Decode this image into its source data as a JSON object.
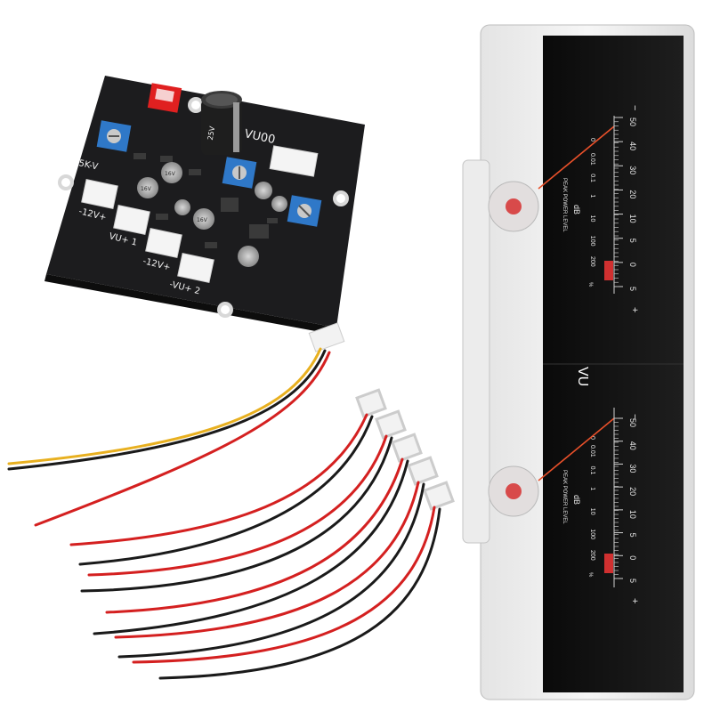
{
  "board": {
    "pot_label": "5K-V",
    "conn_labels": [
      "-12V+",
      "VU+ 1",
      "-12V+",
      "-VU+ 2"
    ],
    "top_right_label": "VU00",
    "cap_values": [
      "25V",
      "16V",
      "16V",
      "16V"
    ]
  },
  "meter": {
    "center_label": "VU",
    "upper_scale": {
      "db_ticks": [
        "50",
        "40",
        "30",
        "20",
        "10",
        "5",
        "0",
        "5"
      ],
      "db_sign_left": "−",
      "db_sign_right": "+",
      "pct_ticks": [
        "0.01",
        "0.1",
        "1",
        "10",
        "100",
        "200"
      ],
      "pct_unit": "%",
      "unit": "dB",
      "caption": "PEAK POWER LEVEL",
      "zero_mark": "0"
    },
    "lower_scale": {
      "db_ticks": [
        "50",
        "40",
        "30",
        "20",
        "10",
        "5",
        "0",
        "5"
      ],
      "db_sign_left": "−",
      "db_sign_right": "+",
      "pct_ticks": [
        "0.01",
        "0.1",
        "1",
        "10",
        "100",
        "200"
      ],
      "pct_unit": "%",
      "unit": "dB",
      "caption": "PEAK POWER LEVEL",
      "zero_mark": "0"
    }
  },
  "colors": {
    "pcb": "#1c1c1e",
    "meter_face": "#111111",
    "needle": "#e8502a",
    "wire_red": "#d42020",
    "wire_black": "#1a1a1a",
    "wire_yellow": "#e8b020",
    "pot_blue": "#2f78c8",
    "connector_red": "#e02020"
  }
}
